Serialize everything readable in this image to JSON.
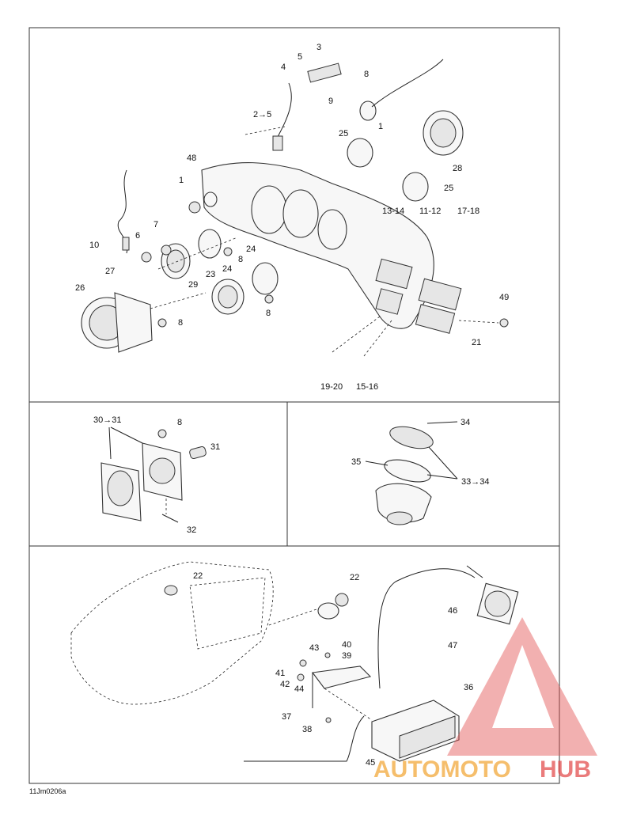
{
  "doc_code": "11Jm0206a",
  "watermark": {
    "word1": "AUTOMOTO",
    "word2": "HUB",
    "color1": "#f2a93b",
    "color2": "#e35050"
  },
  "top_panel": {
    "labels": {
      "l3": "3",
      "l5": "5",
      "l4": "4",
      "l8a": "8",
      "l9": "9",
      "l1a": "1",
      "l2_5": "2→5",
      "l25a": "25",
      "l28": "28",
      "l48": "48",
      "l1b": "1",
      "l25b": "25",
      "l13_14": "13-14",
      "l11_12": "11-12",
      "l17_18": "17-18",
      "l10": "10",
      "l6": "6",
      "l7": "7",
      "l24a": "24",
      "l8b": "8",
      "l24b": "24",
      "l27": "27",
      "l29": "29",
      "l23": "23",
      "l26": "26",
      "l8c": "8",
      "l8d": "8",
      "l49": "49",
      "l21": "21",
      "l19_20": "19-20",
      "l15_16": "15-16"
    }
  },
  "left_mid_panel": {
    "labels": {
      "l30_31": "30→31",
      "l8": "8",
      "l31": "31",
      "l32": "32"
    }
  },
  "right_mid_panel": {
    "labels": {
      "l34": "34",
      "l35": "35",
      "l33_34": "33→34"
    }
  },
  "bottom_panel": {
    "labels": {
      "l22a": "22",
      "l22b": "22",
      "l46": "46",
      "l47": "47",
      "l43": "43",
      "l40": "40",
      "l39": "39",
      "l41": "41",
      "l42": "42",
      "l44": "44",
      "l36": "36",
      "l37": "37",
      "l38": "38",
      "l45": "45"
    }
  }
}
